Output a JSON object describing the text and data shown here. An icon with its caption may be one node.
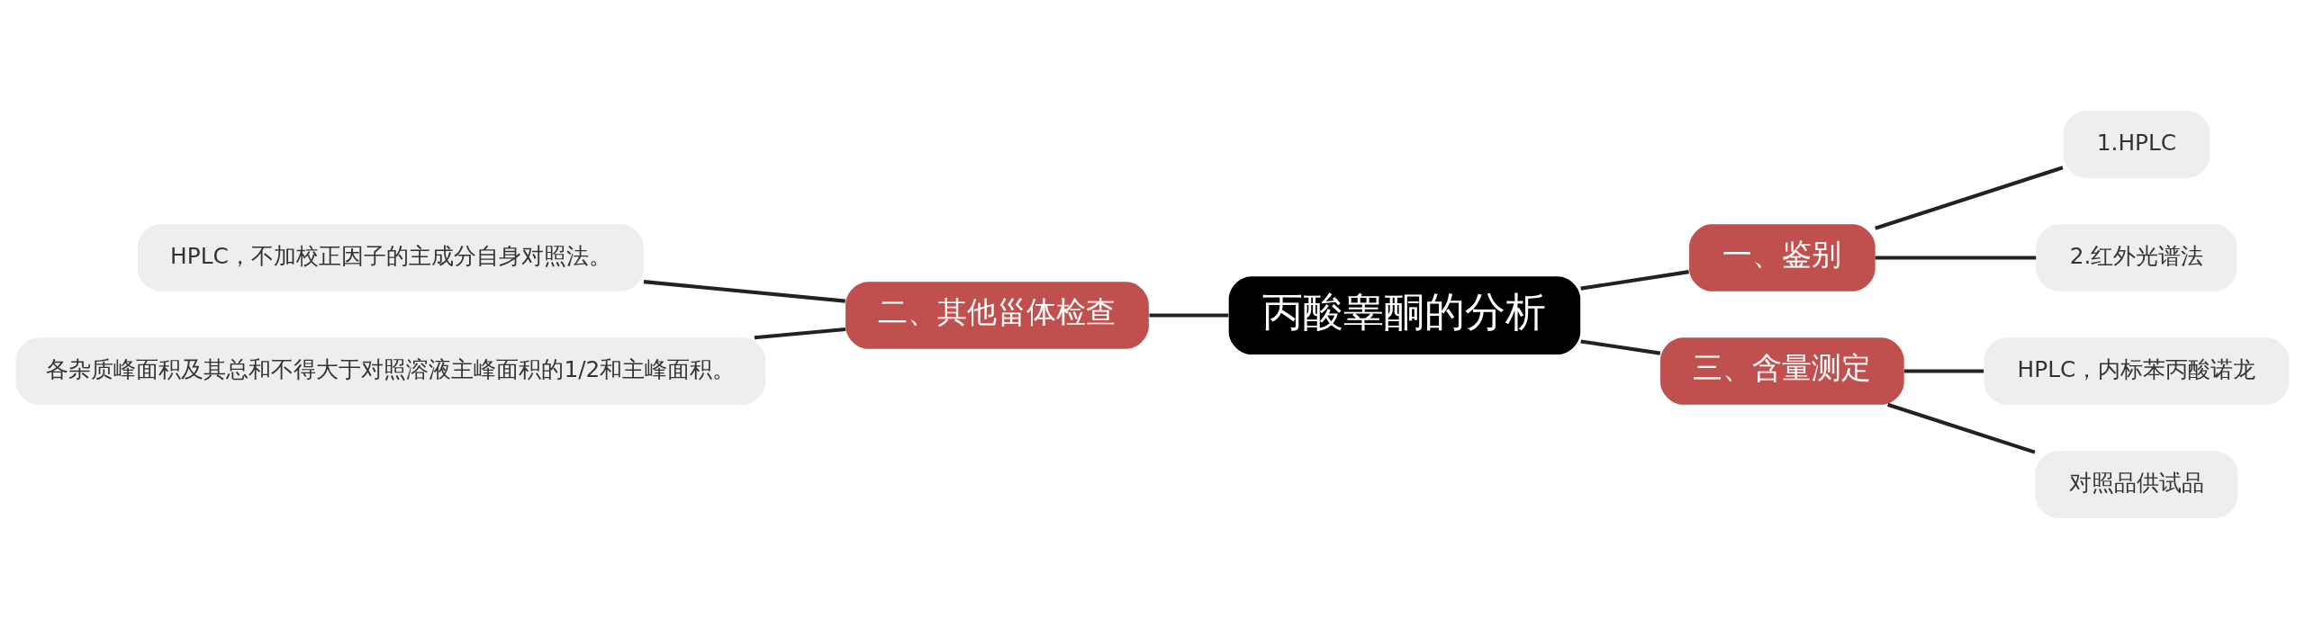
{
  "diagram": {
    "nodes": [
      {
        "text": [
          "丙酸睾酮的分析"
        ]
      },
      {
        "text": [
          "一、鉴别"
        ]
      },
      {
        "text": [
          "1.HPLC"
        ]
      },
      {
        "text": [
          "2.红外光谱法"
        ]
      },
      {
        "text": [
          "二、其他甾体检查"
        ]
      },
      {
        "text": [
          "HPLC，不加校正因子的主成分自身对照法。"
        ]
      },
      {
        "text": [
          "各杂质峰面积及其总和不得大于对照溶液主峰面积的1/2和主峰面积。"
        ]
      },
      {
        "text": [
          "三、含量测定"
        ]
      },
      {
        "text": [
          "HPLC，内标苯丙酸诺龙"
        ]
      },
      {
        "text": [
          "对照品供试品"
        ]
      }
    ],
    "edges": [
      {
        "from": 0,
        "to": 1,
        "arrow": "none"
      },
      {
        "from": 1,
        "to": 2,
        "arrow": "none"
      },
      {
        "from": 1,
        "to": 3,
        "arrow": "none"
      },
      {
        "from": 0,
        "to": 4,
        "arrow": "none"
      },
      {
        "from": 4,
        "to": 5,
        "arrow": "none"
      },
      {
        "from": 4,
        "to": 6,
        "arrow": "none"
      },
      {
        "from": 0,
        "to": 7,
        "arrow": "none"
      },
      {
        "from": 7,
        "to": 8,
        "arrow": "none"
      },
      {
        "from": 7,
        "to": 9,
        "arrow": "none"
      }
    ]
  }
}
